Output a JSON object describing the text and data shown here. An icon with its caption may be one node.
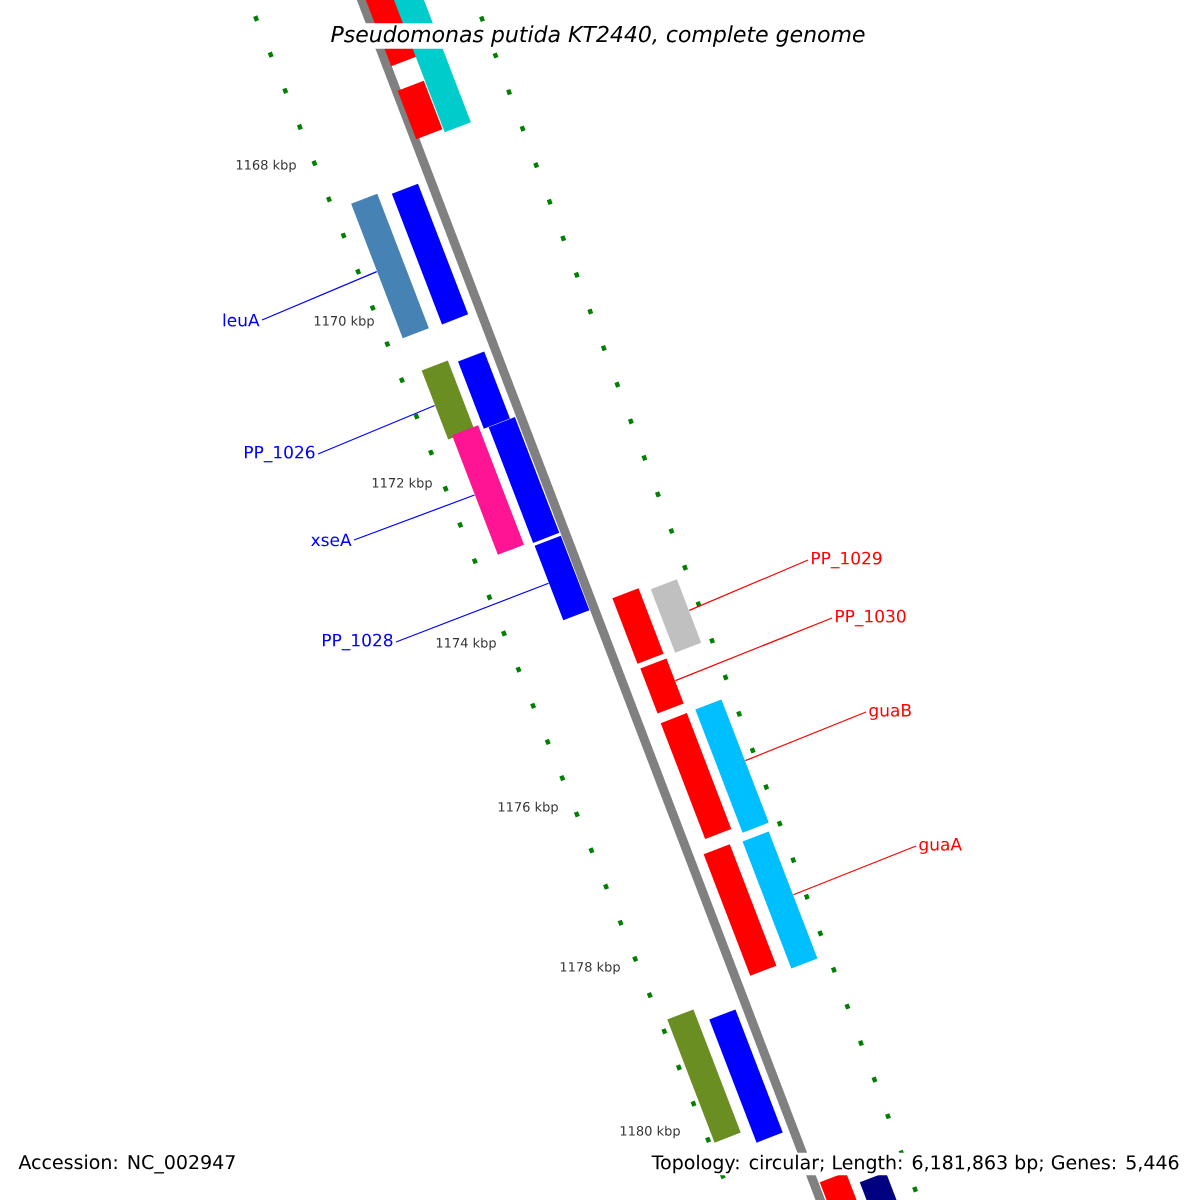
{
  "diagram": {
    "title": "Pseudomonas putida KT2440, complete genome",
    "nodes": [
      {
        "text": [
          "leuA"
        ]
      },
      {
        "text": [
          "PP_1026"
        ]
      },
      {
        "text": [
          "xseA"
        ]
      },
      {
        "text": [
          "PP_1028"
        ]
      },
      {
        "text": [
          "PP_1029"
        ]
      },
      {
        "text": [
          "PP_1030"
        ]
      },
      {
        "text": [
          "guaB"
        ]
      },
      {
        "text": [
          "guaA"
        ]
      },
      {
        "text": [],
        "shape": "bar"
      },
      {
        "text": [],
        "shape": "bar"
      },
      {
        "text": [],
        "shape": "bar"
      },
      {
        "text": [],
        "shape": "bar"
      },
      {
        "text": [],
        "shape": "bar"
      },
      {
        "text": [],
        "shape": "bar"
      },
      {
        "text": [],
        "shape": "bar"
      },
      {
        "text": [],
        "shape": "bar"
      },
      {
        "text": [],
        "shape": "bar"
      },
      {
        "text": [],
        "shape": "bar"
      },
      {
        "text": [],
        "shape": "bar"
      },
      {
        "text": [],
        "shape": "bar"
      },
      {
        "text": [],
        "shape": "bar"
      },
      {
        "text": [],
        "shape": "bar"
      },
      {
        "text": [],
        "shape": "bar"
      },
      {
        "text": [],
        "shape": "bar"
      },
      {
        "text": [],
        "shape": "bar"
      },
      {
        "text": [],
        "shape": "bar"
      },
      {
        "text": [],
        "shape": "bar"
      },
      {
        "text": [],
        "shape": "bar"
      },
      {
        "text": [],
        "shape": "bar"
      }
    ],
    "edges": [
      {
        "from": 0,
        "to": 11,
        "arrow": "none",
        "color": "#0000ff"
      },
      {
        "from": 1,
        "to": 13,
        "arrow": "none",
        "color": "#0000ff"
      },
      {
        "from": 2,
        "to": 15,
        "arrow": "none",
        "color": "#0000ff"
      },
      {
        "from": 3,
        "to": 17,
        "arrow": "none",
        "color": "#0000ff"
      },
      {
        "from": 4,
        "to": 19,
        "arrow": "none",
        "color": "#ff0000"
      },
      {
        "from": 5,
        "to": 20,
        "arrow": "none",
        "color": "#ff0000"
      },
      {
        "from": 6,
        "to": 22,
        "arrow": "none",
        "color": "#ff0000"
      },
      {
        "from": 7,
        "to": 24,
        "arrow": "none",
        "color": "#ff0000"
      }
    ],
    "labels": [
      "1168 kbp",
      "1170 kbp",
      "1172 kbp",
      "1174 kbp",
      "1176 kbp",
      "1178 kbp",
      "1180 kbp",
      "Accession: NC_002947",
      "Topology: circular; Length: 6,181,863 bp; Genes: 5,446"
    ]
  }
}
